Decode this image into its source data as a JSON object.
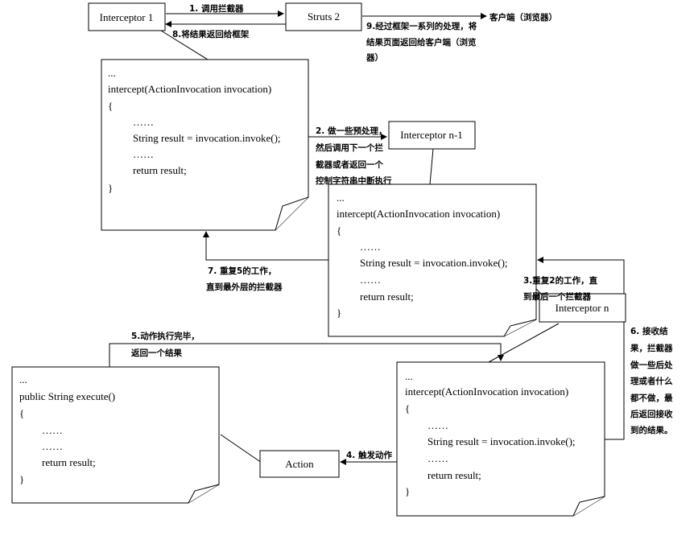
{
  "nodes": {
    "interceptor1": "Interceptor 1",
    "struts2": "Struts 2",
    "client": "客户端（浏览器）",
    "interceptorN1": "Interceptor n-1",
    "interceptorN": "Interceptor n",
    "action": "Action"
  },
  "code_intercept": {
    "dots": "...",
    "sig": "intercept(ActionInvocation invocation)",
    "open": "{",
    "ellipsis": "……",
    "invoke": "String result = invocation.invoke();",
    "ret": "return result;",
    "close": "}"
  },
  "code_execute": {
    "dots": "...",
    "sig": "public String execute()",
    "open": "{",
    "ellipsis": "……",
    "ret": "return result;",
    "close": "}"
  },
  "steps": {
    "s1": "1. 调用拦截器",
    "s2": [
      "2. 做一些预处理，",
      "然后调用下一个拦",
      "截器或者返回一个",
      "控制字符串中断执行"
    ],
    "s3": [
      "3.重复2的工作，直",
      "到最后一个拦截器"
    ],
    "s4": "4. 触发动作",
    "s5": [
      "5.动作执行完毕，",
      "返回一个结果"
    ],
    "s6": [
      "6. 接收结",
      "果，拦截器",
      "做一些后处",
      "理或者什么",
      "都不做，最",
      "后返回接收",
      "到的结果。"
    ],
    "s7": [
      "7. 重复5的工作，",
      "直到最外层的拦截器"
    ],
    "s8": "8.将结果返回给框架",
    "s9": [
      "9.经过框架一系列的处理，将",
      "结果页面返回给客户端（浏览",
      "器）"
    ]
  }
}
